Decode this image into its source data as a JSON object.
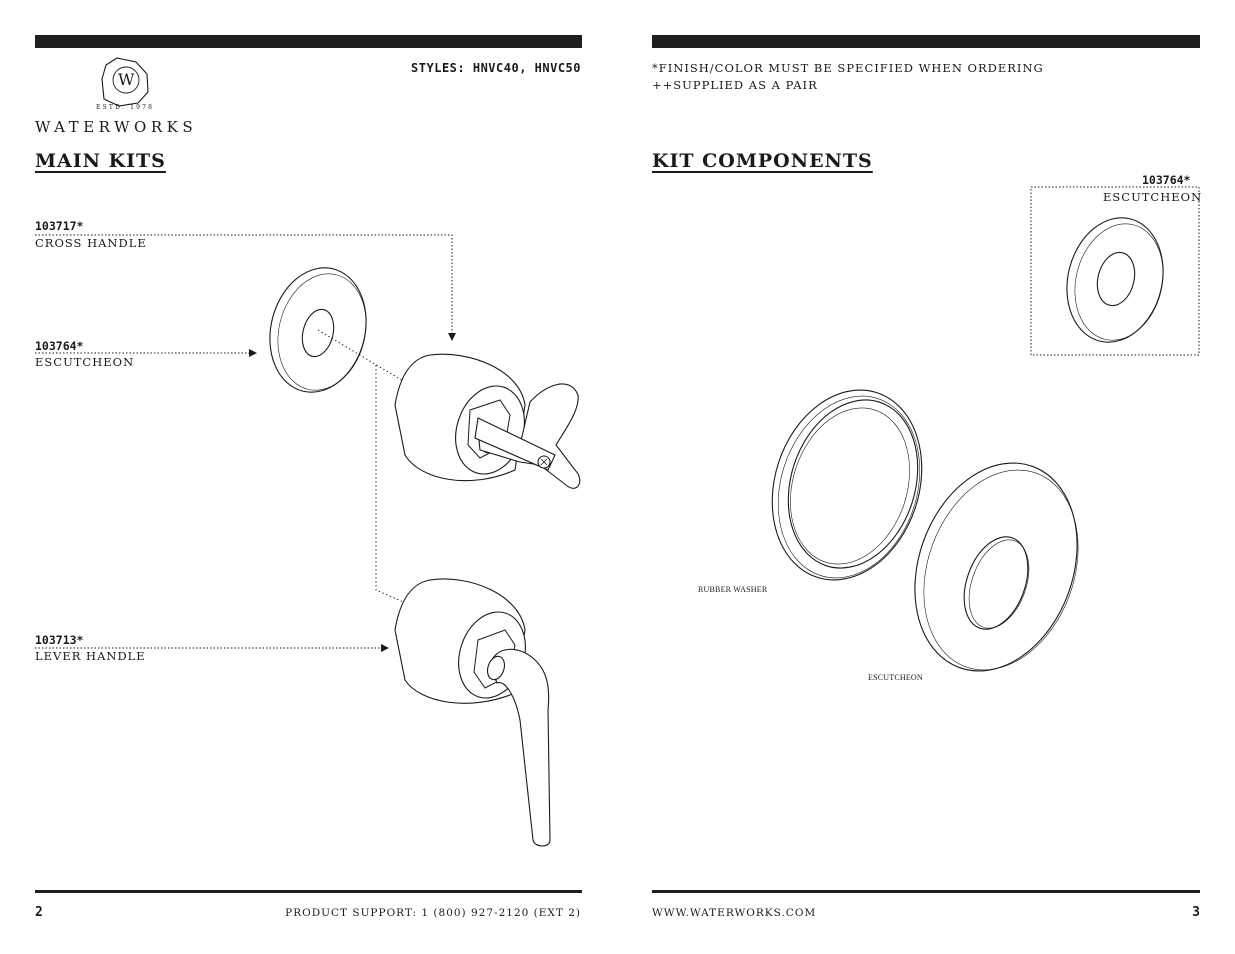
{
  "brand": {
    "name": "WATERWORKS",
    "established": "ESTD. 1978",
    "monogram": "W"
  },
  "left_page": {
    "styles": "STYLES: HNVC40, HNVC50",
    "section_title": "MAIN KITS",
    "callouts": [
      {
        "code": "103717*",
        "label": "CROSS HANDLE"
      },
      {
        "code": "103764*",
        "label": "ESCUTCHEON"
      },
      {
        "code": "103713*",
        "label": "LEVER HANDLE"
      }
    ],
    "page_number": "2",
    "footer": "PRODUCT SUPPORT: 1 (800) 927-2120 (EXT 2)"
  },
  "right_page": {
    "notes": [
      "*FINISH/COLOR MUST BE SPECIFIED WHEN ORDERING",
      "++SUPPLIED AS A PAIR"
    ],
    "section_title": "KIT COMPONENTS",
    "component_box": {
      "code": "103764*",
      "label": "ESCUTCHEON"
    },
    "part_labels": {
      "rubber_washer": "RUBBER WASHER",
      "escutcheon": "ESCUTCHEON"
    },
    "footer": "WWW.WATERWORKS.COM",
    "page_number": "3"
  },
  "colors": {
    "ink": "#1a1a1a",
    "bar": "#1f1f1f",
    "background": "#ffffff"
  },
  "icons": [
    "waterworks-octagon-logo-icon",
    "arrow-icon"
  ]
}
